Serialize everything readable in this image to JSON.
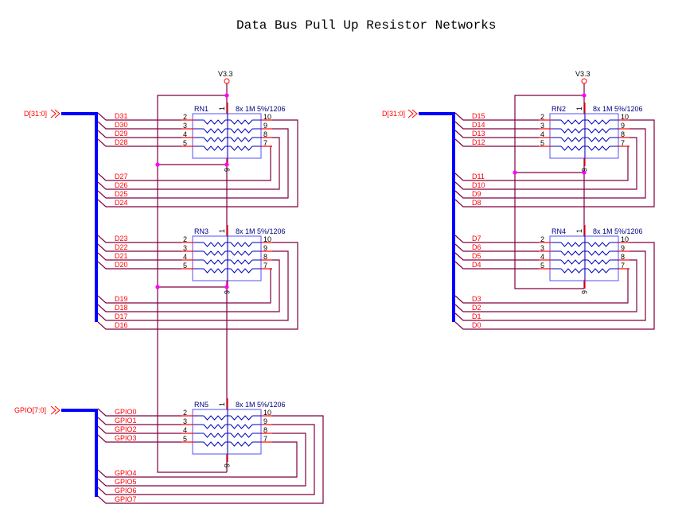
{
  "title": "Data Bus Pull Up Resistor Networks",
  "power": {
    "label": "V3.3"
  },
  "colors": {
    "wire": "#800040",
    "bus": "#0000ff",
    "net_label": "#ff0000",
    "junction": "#ff00ff",
    "component_body": "#4040ff"
  },
  "ports": [
    {
      "id": "port-d-left",
      "label": "D[31:0]"
    },
    {
      "id": "port-d-right",
      "label": "D[31:0]"
    },
    {
      "id": "port-gpio",
      "label": "GPIO[7:0]"
    }
  ],
  "networks": [
    {
      "ref": "RN1",
      "value": "8x 1M 5%/1206",
      "common_pins": [
        "1",
        "6"
      ],
      "left_pins": [
        "2",
        "3",
        "4",
        "5"
      ],
      "right_pins": [
        "10",
        "9",
        "8",
        "7"
      ],
      "left_nets": [
        "D31",
        "D30",
        "D29",
        "D28"
      ],
      "bottom_nets": [
        "D27",
        "D26",
        "D25",
        "D24"
      ]
    },
    {
      "ref": "RN2",
      "value": "8x 1M 5%/1206",
      "common_pins": [
        "1",
        "6"
      ],
      "left_pins": [
        "2",
        "3",
        "4",
        "5"
      ],
      "right_pins": [
        "10",
        "9",
        "8",
        "7"
      ],
      "left_nets": [
        "D15",
        "D14",
        "D13",
        "D12"
      ],
      "bottom_nets": [
        "D11",
        "D10",
        "D9",
        "D8"
      ]
    },
    {
      "ref": "RN3",
      "value": "8x 1M 5%/1206",
      "common_pins": [
        "1",
        "6"
      ],
      "left_pins": [
        "2",
        "3",
        "4",
        "5"
      ],
      "right_pins": [
        "10",
        "9",
        "8",
        "7"
      ],
      "left_nets": [
        "D23",
        "D22",
        "D21",
        "D20"
      ],
      "bottom_nets": [
        "D19",
        "D18",
        "D17",
        "D16"
      ]
    },
    {
      "ref": "RN4",
      "value": "8x 1M 5%/1206",
      "common_pins": [
        "1",
        "6"
      ],
      "left_pins": [
        "2",
        "3",
        "4",
        "5"
      ],
      "right_pins": [
        "10",
        "9",
        "8",
        "7"
      ],
      "left_nets": [
        "D7",
        "D6",
        "D5",
        "D4"
      ],
      "bottom_nets": [
        "D3",
        "D2",
        "D1",
        "D0"
      ]
    },
    {
      "ref": "RN5",
      "value": "8x 1M 5%/1206",
      "common_pins": [
        "1",
        "6"
      ],
      "left_pins": [
        "2",
        "3",
        "4",
        "5"
      ],
      "right_pins": [
        "10",
        "9",
        "8",
        "7"
      ],
      "left_nets": [
        "GPIO0",
        "GPIO1",
        "GPIO2",
        "GPIO3"
      ],
      "bottom_nets": [
        "GPIO4",
        "GPIO5",
        "GPIO6",
        "GPIO7"
      ]
    }
  ]
}
